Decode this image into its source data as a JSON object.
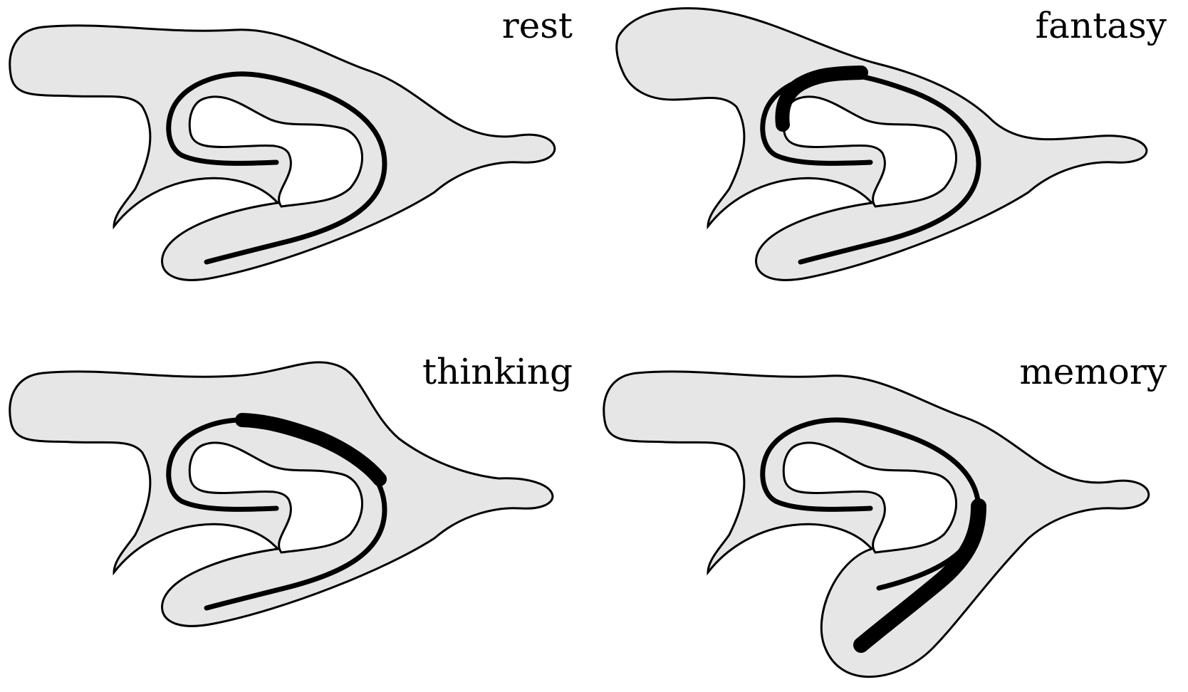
{
  "panels": [
    {
      "id": "rest",
      "label": "rest",
      "highlight": "none"
    },
    {
      "id": "fantasy",
      "label": "fantasy",
      "highlight": "upper-left-arc"
    },
    {
      "id": "thinking",
      "label": "thinking",
      "highlight": "upper-arc"
    },
    {
      "id": "memory",
      "label": "memory",
      "highlight": "lower-descending-stroke"
    }
  ],
  "colors": {
    "fill": "#e6e6e6",
    "stroke": "#000000",
    "background": "#ffffff"
  }
}
